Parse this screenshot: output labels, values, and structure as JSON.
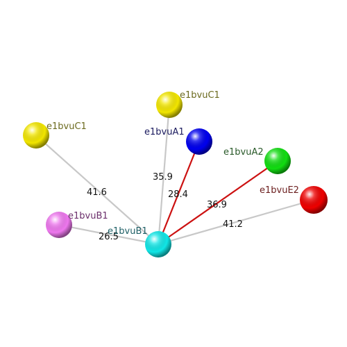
{
  "nodes": [
    {
      "id": "c1a",
      "label": "e1bvuC1",
      "color": "#f2e600",
      "label_color": "#6b6a1e"
    },
    {
      "id": "c1b",
      "label": "e1bvuC1",
      "color": "#f2e600",
      "label_color": "#6b6a1e"
    },
    {
      "id": "a1",
      "label": "e1bvuA1",
      "color": "#0000ee",
      "label_color": "#1a1a5e"
    },
    {
      "id": "a2",
      "label": "e1bvuA2",
      "color": "#11dd11",
      "label_color": "#2a5a2a"
    },
    {
      "id": "e2",
      "label": "e1bvuE2",
      "color": "#ee0000",
      "label_color": "#6b1e1e"
    },
    {
      "id": "b1m",
      "label": "e1bvuB1",
      "color": "#ee77ee",
      "label_color": "#6b2f6b"
    },
    {
      "id": "b1c",
      "label": "e1bvuB1",
      "color": "#11e6e6",
      "label_color": "#1e5f66"
    }
  ],
  "edges": [
    {
      "id": "b1c-c1b",
      "label": "41.6",
      "color": "#c8c8c8"
    },
    {
      "id": "b1c-c1a",
      "label": "35.9",
      "color": "#c8c8c8"
    },
    {
      "id": "b1c-a1",
      "label": "28.4",
      "color": "#cc1111"
    },
    {
      "id": "b1c-a2",
      "label": "36.9",
      "color": "#cc1111"
    },
    {
      "id": "b1c-e2",
      "label": "41.2",
      "color": "#c8c8c8"
    },
    {
      "id": "b1c-b1m",
      "label": "26.5",
      "color": "#c8c8c8"
    }
  ]
}
